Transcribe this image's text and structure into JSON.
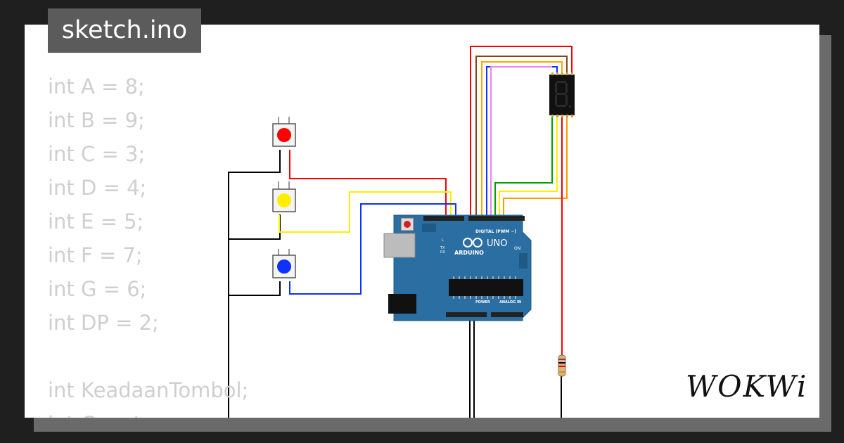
{
  "file": {
    "name": "sketch.ino"
  },
  "code_lines": [
    "int A = 8;",
    "int B = 9;",
    "int C = 3;",
    "int D = 4;",
    "int E = 5;",
    "int F = 7;",
    "int G = 6;",
    "int DP = 2;",
    "",
    "int KeadaanTombol;",
    "int Counter;"
  ],
  "board": {
    "brand": "ARDUINO",
    "model": "UNO",
    "header_digital": "DIGITAL (PWM ~)",
    "header_power": "POWER",
    "header_analog": "ANALOG IN",
    "label_on": "ON",
    "label_l": "L",
    "label_tx": "TX",
    "label_rx": "RX",
    "color": "#2a6ea2"
  },
  "components": {
    "buttons": [
      {
        "name": "red-button",
        "color": "#ff0000"
      },
      {
        "name": "yellow-button",
        "color": "#ffee00"
      },
      {
        "name": "blue-button",
        "color": "#1030ff"
      }
    ],
    "display_digit": "8"
  },
  "wires": {
    "red": "#ff0000",
    "yellow": "#ffee00",
    "blue": "#1030ff",
    "green": "#00a000",
    "orange": "#ff9900",
    "brown": "#8b4513",
    "violet": "#ee82ee",
    "black": "#000000"
  },
  "brand": {
    "logo": "WOKWi"
  }
}
